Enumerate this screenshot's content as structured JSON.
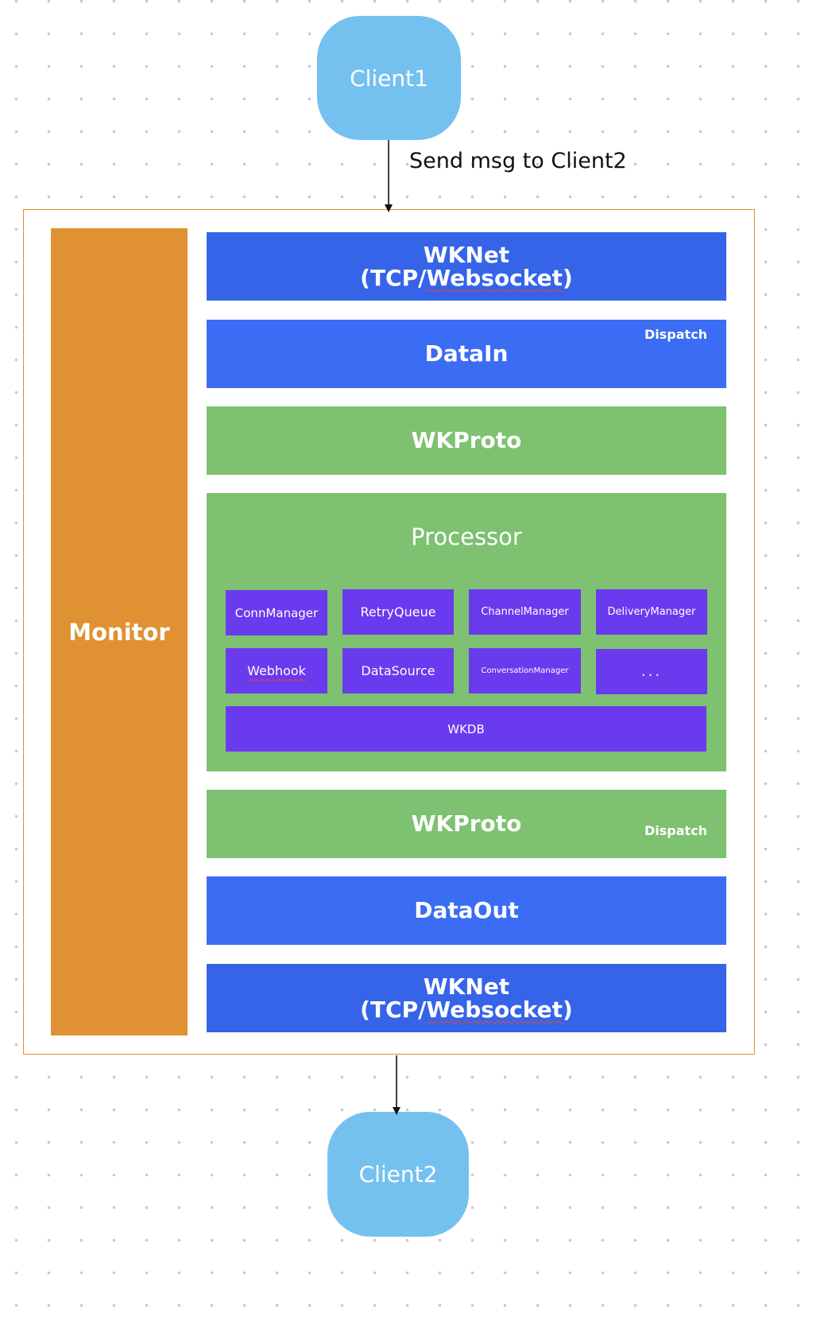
{
  "client_top": {
    "label": "Client1"
  },
  "client_bottom": {
    "label": "Client2"
  },
  "edge_top": {
    "label": "Send msg to Client2"
  },
  "monitor": {
    "label": "Monitor"
  },
  "layers": {
    "wknet_in": {
      "line1": "WKNet",
      "line2_prefix": "(TCP/",
      "line2_word": "Websocket",
      "line2_suffix": ")"
    },
    "datain": {
      "label": "DataIn",
      "tag": "Dispatch"
    },
    "wkproto_in": {
      "label": "WKProto"
    },
    "processor": {
      "label": "Processor"
    },
    "wkproto_out": {
      "label": "WKProto",
      "tag": "Dispatch"
    },
    "dataout": {
      "label": "DataOut"
    },
    "wknet_out": {
      "line1": "WKNet",
      "line2_prefix": "(TCP/",
      "line2_word": "Websocket",
      "line2_suffix": ")"
    }
  },
  "modules": {
    "conn_manager": "ConnManager",
    "retry_queue": "RetryQueue",
    "channel_manager": "ChannelManager",
    "delivery_manager": "DeliveryManager",
    "webhook": "Webhook",
    "data_source": "DataSource",
    "conversation_manager": "ConversationManager",
    "more": "...",
    "wkdb": "WKDB"
  },
  "colors": {
    "client": "#74c1f0",
    "monitor": "#e09133",
    "system_border": "#e58a2b",
    "network_layer": "#3564e9",
    "data_layer": "#3a6df4",
    "proto_layer": "#7dc171",
    "module": "#6a3aee"
  }
}
